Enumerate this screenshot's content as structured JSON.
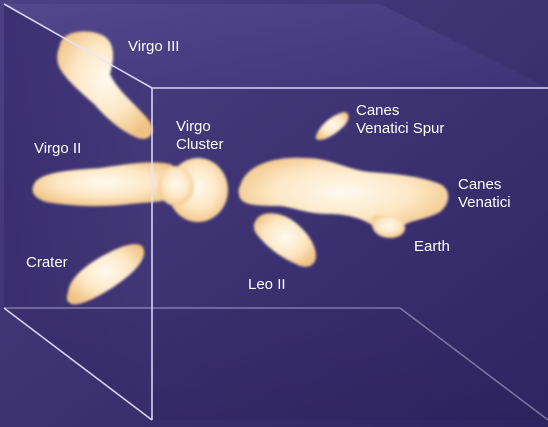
{
  "colors": {
    "space_face_front": "#3a2e6e",
    "space_face_top": "#4a3f80",
    "space_face_floor": "#2f2460",
    "box_edge": "#e8e3ff",
    "cloud_core": "#fff6e6",
    "cloud_edge": "#f4c98a",
    "label_text": "#ffffff"
  },
  "labels": {
    "virgo_iii": "Virgo III",
    "virgo_ii": "Virgo II",
    "virgo_cluster_line1": "Virgo",
    "virgo_cluster_line2": "Cluster",
    "canes_venatici_spur_line1": "Canes",
    "canes_venatici_spur_line2": "Venatici Spur",
    "canes_venatici_line1": "Canes",
    "canes_venatici_line2": "Venatici",
    "earth": "Earth",
    "crater": "Crater",
    "leo_ii": "Leo II"
  }
}
